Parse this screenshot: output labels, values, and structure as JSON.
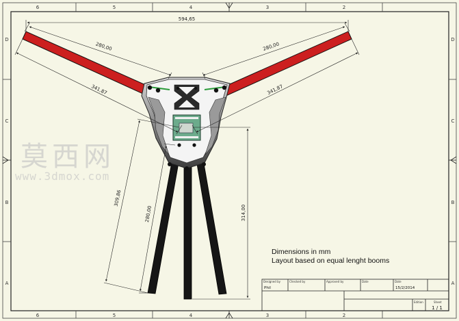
{
  "zones": {
    "columns_top": [
      "6",
      "5",
      "4",
      "3",
      "2"
    ],
    "columns_bottom": [
      "6",
      "5",
      "4",
      "3",
      "2"
    ],
    "rows_left": [
      "D",
      "C",
      "B",
      "A"
    ],
    "rows_right": [
      "D",
      "C",
      "B",
      "A"
    ]
  },
  "dimensions": {
    "overall_span": "594,65",
    "left_arm_length": "280,00",
    "right_arm_length": "280,00",
    "left_arm_reach": "341,87",
    "right_arm_reach": "341,87",
    "tail_reach": "309,86",
    "tail_length": "280,00",
    "tail_height": "314,00"
  },
  "notes": {
    "line1": "Dimensions in mm",
    "line2": "Layout based on equal lenght booms"
  },
  "watermark": {
    "logo": "莫西网",
    "url": "www.3dmox.com"
  },
  "title_block": {
    "designed_by_label": "Designed by",
    "checked_by_label": "Checked by",
    "approved_by_label": "Approved by",
    "date_label": "Date",
    "date2_label": "Date",
    "designer": "Phil",
    "date_value": "15/2/2014",
    "edition_label": "Edition",
    "sheet_label": "Sheet",
    "sheet_value": "1 / 1"
  },
  "colors": {
    "boom_red": "#cc1f1f",
    "boom_black": "#161616",
    "frame_plate": "#f4f4f4",
    "board_green": "#6cab8c",
    "paper": "#f6f6e6"
  }
}
